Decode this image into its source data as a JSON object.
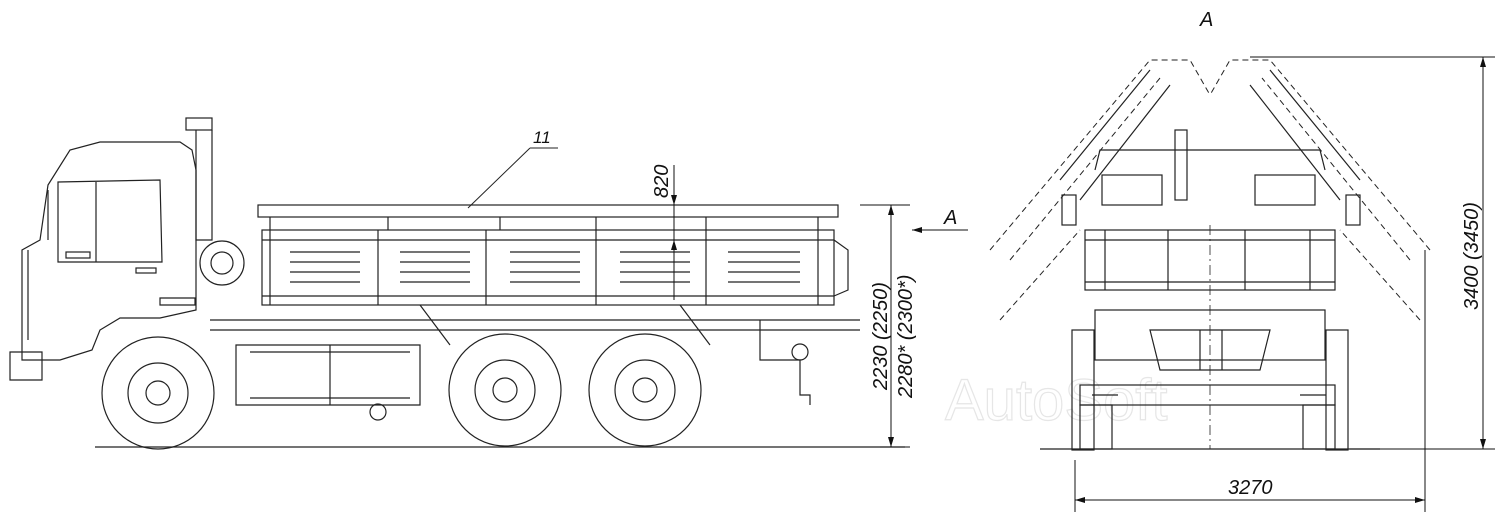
{
  "view_label_top": "A",
  "view_arrow_label": "A",
  "callout_number": "11",
  "side_dims": {
    "board_height": "820",
    "platform_height": "2230 (2250)",
    "platform_height_alt": "2280* (2300*)"
  },
  "rear_dims": {
    "total_height": "3400 (3450)",
    "width": "3270"
  },
  "watermark": "AutoSoft",
  "colors": {
    "line": "#222222",
    "dim": "#111111",
    "watermark": "#e6e6e6"
  }
}
